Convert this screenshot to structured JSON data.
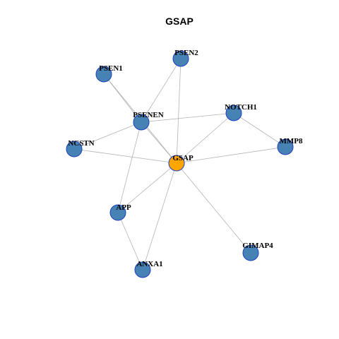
{
  "chart_data": {
    "type": "network",
    "title": "GSAP",
    "nodes": [
      {
        "id": "GSAP",
        "label": "GSAP",
        "color": "#FFA500",
        "role": "center"
      },
      {
        "id": "PSEN2",
        "label": "PSEN2",
        "color": "#4682B4"
      },
      {
        "id": "PSEN1",
        "label": "PSEN1",
        "color": "#4682B4"
      },
      {
        "id": "PSENEN",
        "label": "PSENEN",
        "color": "#4682B4"
      },
      {
        "id": "NOTCH1",
        "label": "NOTCH1",
        "color": "#4682B4"
      },
      {
        "id": "NCSTN",
        "label": "NCSTN",
        "color": "#4682B4"
      },
      {
        "id": "MMP8",
        "label": "MMP8",
        "color": "#4682B4"
      },
      {
        "id": "APP",
        "label": "APP",
        "color": "#4682B4"
      },
      {
        "id": "GIMAP4",
        "label": "GIMAP4",
        "color": "#4682B4"
      },
      {
        "id": "ANXA1",
        "label": "ANXA1",
        "color": "#4682B4"
      }
    ],
    "edges": [
      [
        "PSEN1",
        "PSENEN"
      ],
      [
        "PSEN1",
        "GSAP"
      ],
      [
        "PSEN2",
        "PSENEN"
      ],
      [
        "PSEN2",
        "GSAP"
      ],
      [
        "PSENEN",
        "GSAP"
      ],
      [
        "PSENEN",
        "NOTCH1"
      ],
      [
        "PSENEN",
        "NCSTN"
      ],
      [
        "PSENEN",
        "APP"
      ],
      [
        "NOTCH1",
        "GSAP"
      ],
      [
        "NOTCH1",
        "MMP8"
      ],
      [
        "NCSTN",
        "GSAP"
      ],
      [
        "MMP8",
        "GSAP"
      ],
      [
        "APP",
        "GSAP"
      ],
      [
        "APP",
        "ANXA1"
      ],
      [
        "GSAP",
        "GIMAP4"
      ],
      [
        "GSAP",
        "ANXA1"
      ]
    ],
    "edge_color": "#B3B3B3",
    "node_border_color": "#1F3FBF"
  }
}
